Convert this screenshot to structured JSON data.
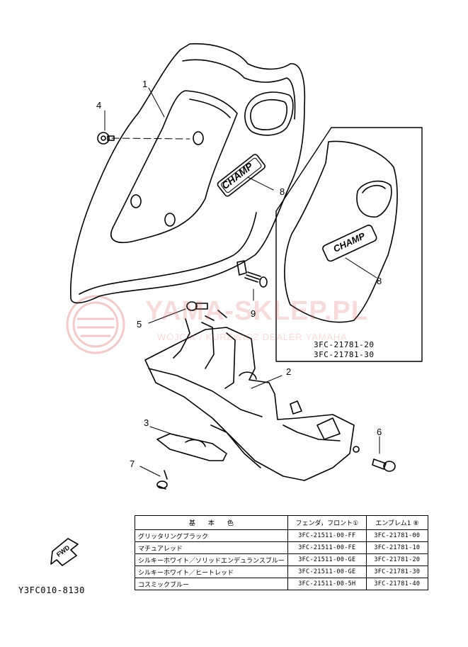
{
  "watermark": {
    "title": "YAMA-SKLEP.PL",
    "subtitle": "WÓJCIK / KUREWICZ DEALER YAMAHA"
  },
  "emblem_text": "CHAMP",
  "callouts": [
    "1",
    "2",
    "3",
    "4",
    "5",
    "6",
    "7",
    "8",
    "9",
    "8"
  ],
  "inset_part_numbers": [
    "3FC-21781-20",
    "3FC-21781-30"
  ],
  "diagram_code": "Y3FC010-8130",
  "fwd_label": "FWD",
  "table": {
    "headers": [
      "基　　本　　色",
      "フェンダ，フロント①",
      "エンブレム1 ⑧"
    ],
    "rows": [
      [
        "グリッタリングブラック",
        "3FC-21511-00-FF",
        "3FC-21781-00"
      ],
      [
        "マチュアレッド",
        "3FC-21511-00-FE",
        "3FC-21781-10"
      ],
      [
        "シルキーホワイト／ソリッドエンデュランスブルー",
        "3FC-21511-00-GE",
        "3FC-21781-20"
      ],
      [
        "シルキーホワイト／ヒートレッド",
        "3FC-21511-00-GE",
        "3FC-21781-30"
      ],
      [
        "コスミックブルー",
        "3FC-21511-00-5H",
        "3FC-21781-40"
      ]
    ]
  },
  "colors": {
    "line": "#000000",
    "watermark": "#e07070",
    "background": "#ffffff"
  }
}
